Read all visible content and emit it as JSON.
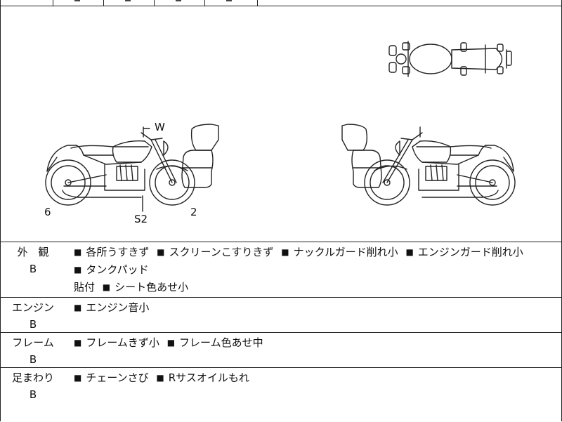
{
  "diagram": {
    "labels": {
      "w": "W",
      "six": "6",
      "s2": "S2",
      "two": "2"
    }
  },
  "rows": [
    {
      "head1": "外　観",
      "grade": "B",
      "items": [
        "各所うすきず",
        "スクリーンこすりきず",
        "ナックルガード削れ小",
        "エンジンガード削れ小",
        "タンクパッド",
        "貼付",
        "シート色あせ小"
      ]
    },
    {
      "head1": "エンジン",
      "grade": "B",
      "items": [
        "エンジン音小"
      ]
    },
    {
      "head1": "フレーム",
      "grade": "B",
      "items": [
        "フレームきず小",
        "フレーム色あせ中"
      ]
    },
    {
      "head1": "足まわり",
      "grade": "B",
      "items": [
        "チェーンさび",
        "Rサスオイルもれ"
      ]
    }
  ]
}
